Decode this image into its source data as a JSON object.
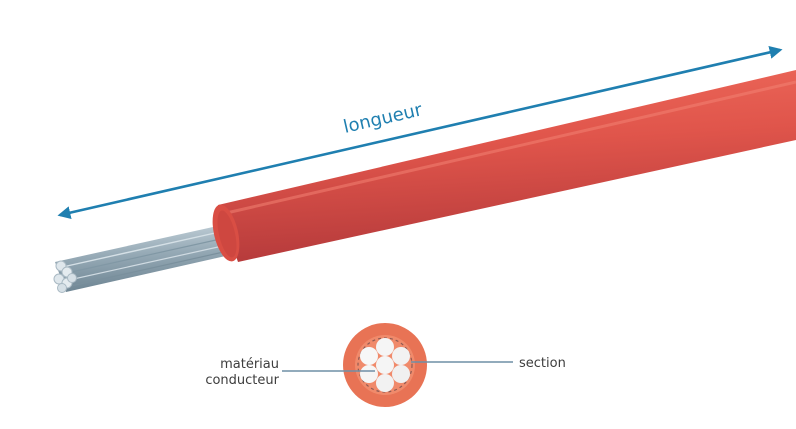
{
  "labels": {
    "length": "longueur",
    "material_line1": "matériau",
    "material_line2": "conducteur",
    "section": "section"
  },
  "colors": {
    "arrow": "#1f7fb0",
    "insulation": "#e0554b",
    "insulation_dark": "#b8383a",
    "insulation_light": "#f06a5d",
    "cross_section_outer": "#e87355",
    "cross_section_ring": "#f08a6b",
    "strand": "#f5f5f5",
    "conductor": "#9fb2bd",
    "label_text": "#3d3d3d",
    "leader_line": "#6f8fa6"
  }
}
